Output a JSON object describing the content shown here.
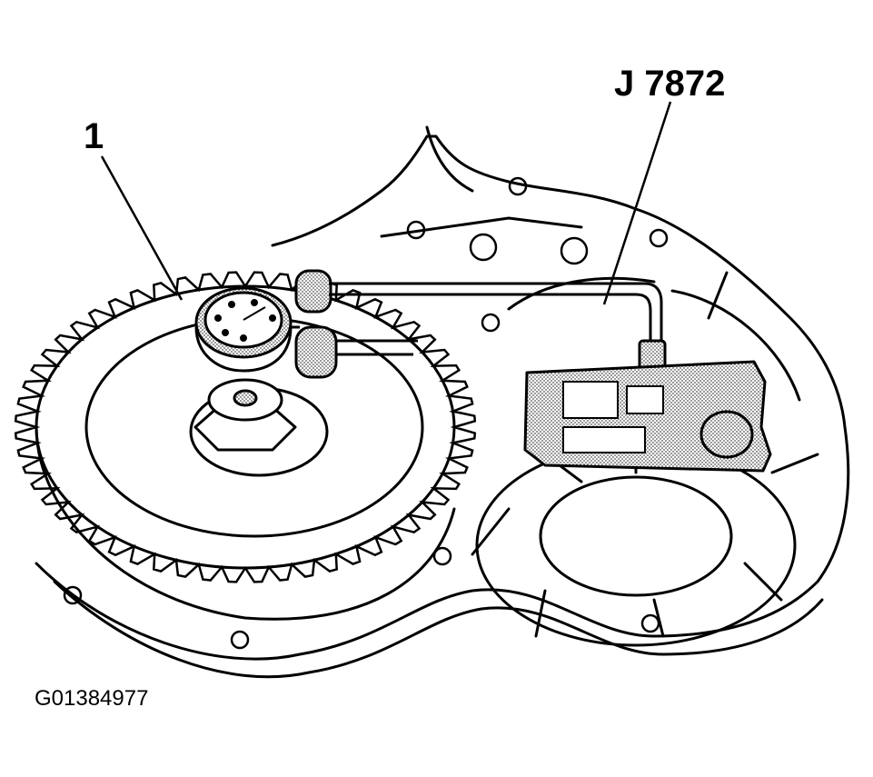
{
  "callouts": {
    "item_1": "1",
    "tool": "J 7872"
  },
  "figure_id": "G01384977",
  "colors": {
    "ink": "#000000",
    "paper": "#ffffff",
    "stipple": "#cfcfcf"
  },
  "icons": {
    "bolt": "bolt-head-icon",
    "gauge": "dial-indicator-icon"
  }
}
